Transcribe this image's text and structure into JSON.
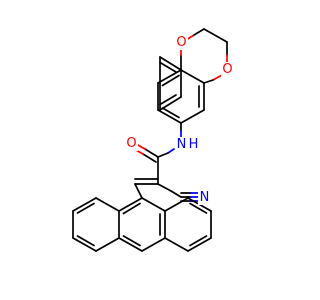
{
  "colors": {
    "background": "#ffffff",
    "bond": "#000000",
    "oxygen": "#ff0000",
    "nitrogen": "#0000ff"
  },
  "atom_labels": {
    "ring_oxygen_top": "O",
    "ring_oxygen_right": "O",
    "amide_nitrogen": "N",
    "amide_hydrogen": "H",
    "carbonyl_oxygen": "O",
    "nitrile_nitrogen": "N"
  }
}
